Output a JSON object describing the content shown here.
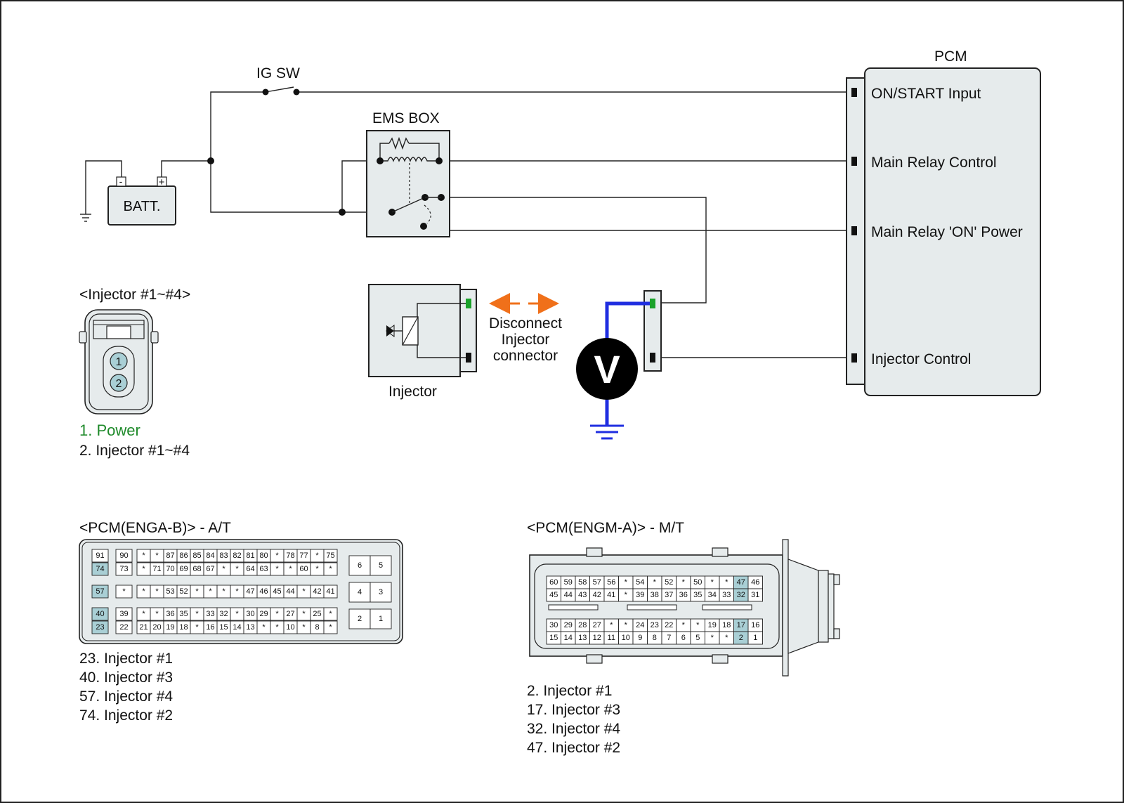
{
  "colors": {
    "panel_fill": "#e6ebec",
    "highlight_pin": "#a9cfd5",
    "meter_lead": "#1f2ee0",
    "disconnect_arrow": "#f0701a",
    "power_text": "#1e8a2a",
    "pin_marker_green": "#1aa22a"
  },
  "labels": {
    "ig_sw": "IG SW",
    "ems_box": "EMS BOX",
    "batt": "BATT.",
    "batt_minus": "-",
    "batt_plus": "+",
    "pcm": "PCM",
    "injector": "Injector",
    "meter": "V",
    "disconnect": [
      "Disconnect",
      "Injector",
      "connector"
    ]
  },
  "pcm_terminals": [
    "ON/START Input",
    "Main Relay Control",
    "Main Relay 'ON' Power",
    "Injector Control"
  ],
  "injector_connector": {
    "title": "<Injector #1~#4>",
    "pins": [
      "1",
      "2"
    ],
    "legend": [
      "1. Power",
      "2. Injector #1~#4"
    ]
  },
  "pcm_at": {
    "title": "<PCM(ENGA-B)> - A/T",
    "legend": [
      "23. Injector #1",
      "40. Injector #3",
      "57. Injector #4",
      "74. Injector #2"
    ],
    "highlight": [
      "23",
      "40",
      "57",
      "74"
    ],
    "col_a": [
      "91",
      "74",
      "57",
      "40",
      "23"
    ],
    "col_b": [
      "90",
      "73",
      "*",
      "39",
      "22"
    ],
    "rows": [
      [
        "*",
        "*",
        "87",
        "86",
        "85",
        "84",
        "83",
        "82",
        "81",
        "80",
        "*",
        "78",
        "77",
        "*",
        "75"
      ],
      [
        "*",
        "71",
        "70",
        "69",
        "68",
        "67",
        "*",
        "*",
        "64",
        "63",
        "*",
        "*",
        "60",
        "*",
        "*"
      ],
      [
        "*",
        "*",
        "53",
        "52",
        "*",
        "*",
        "*",
        "*",
        "47",
        "46",
        "45",
        "44",
        "*",
        "42",
        "41"
      ],
      [
        "*",
        "*",
        "36",
        "35",
        "*",
        "33",
        "32",
        "*",
        "30",
        "29",
        "*",
        "27",
        "*",
        "25",
        "*"
      ],
      [
        "21",
        "20",
        "19",
        "18",
        "*",
        "16",
        "15",
        "14",
        "13",
        "*",
        "*",
        "10",
        "*",
        "8",
        "*"
      ]
    ],
    "side": [
      [
        "6",
        "5"
      ],
      [
        "4",
        "3"
      ],
      [
        "2",
        "1"
      ]
    ]
  },
  "pcm_mt": {
    "title": "<PCM(ENGM-A)> - M/T",
    "legend": [
      "2. Injector #1",
      "17. Injector #3",
      "32. Injector #4",
      "47. Injector #2"
    ],
    "highlight": [
      "2",
      "17",
      "32",
      "47"
    ],
    "rows": [
      [
        "60",
        "59",
        "58",
        "57",
        "56",
        "*",
        "54",
        "*",
        "52",
        "*",
        "50",
        "*",
        "*",
        "47",
        "46"
      ],
      [
        "45",
        "44",
        "43",
        "42",
        "41",
        "*",
        "39",
        "38",
        "37",
        "36",
        "35",
        "34",
        "33",
        "32",
        "31"
      ],
      [
        "30",
        "29",
        "28",
        "27",
        "*",
        "*",
        "24",
        "23",
        "22",
        "*",
        "*",
        "19",
        "18",
        "17",
        "16"
      ],
      [
        "15",
        "14",
        "13",
        "12",
        "11",
        "10",
        "9",
        "8",
        "7",
        "6",
        "5",
        "*",
        "*",
        "2",
        "1"
      ]
    ]
  }
}
